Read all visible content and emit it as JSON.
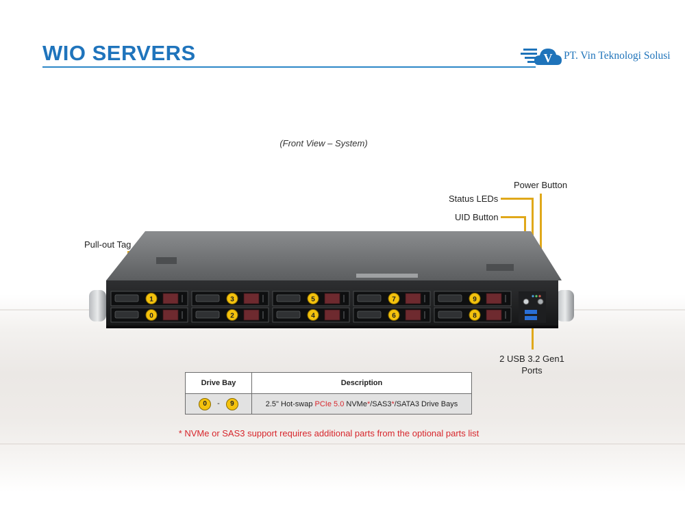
{
  "header": {
    "title": "WIO SERVERS",
    "company": "PT. Vin Teknologi Solusi",
    "logo_letter": "V"
  },
  "figure": {
    "caption": "(Front View – System)",
    "labels": {
      "pull_out_tag": "Pull-out Tag",
      "power_button": "Power Button",
      "status_leds": "Status LEDs",
      "uid_button": "UID Button",
      "usb_line1": "2 USB 3.2 Gen1",
      "usb_line2": "Ports"
    },
    "drive_bays": {
      "top_row": [
        "1",
        "3",
        "5",
        "7",
        "9"
      ],
      "bottom_row": [
        "0",
        "2",
        "4",
        "6",
        "8"
      ]
    }
  },
  "table": {
    "headers": [
      "Drive Bay",
      "Description"
    ],
    "row": {
      "bay_from": "0",
      "bay_sep": "-",
      "bay_to": "9",
      "desc_prefix": "2.5\" Hot-swap ",
      "desc_red1": "PCIe 5.0",
      "desc_mid1": " NVMe",
      "desc_red2": "*",
      "desc_mid2": "/SAS3",
      "desc_red3": "*",
      "desc_suffix": "/SATA3 Drive Bays"
    }
  },
  "footnote": "* NVMe or SAS3 support requires additional parts from the optional parts list",
  "colors": {
    "title_blue": "#1f74bc",
    "leader_gold": "#e0a81a",
    "badge_yellow": "#f4c20d",
    "footnote_red": "#d7262c"
  }
}
